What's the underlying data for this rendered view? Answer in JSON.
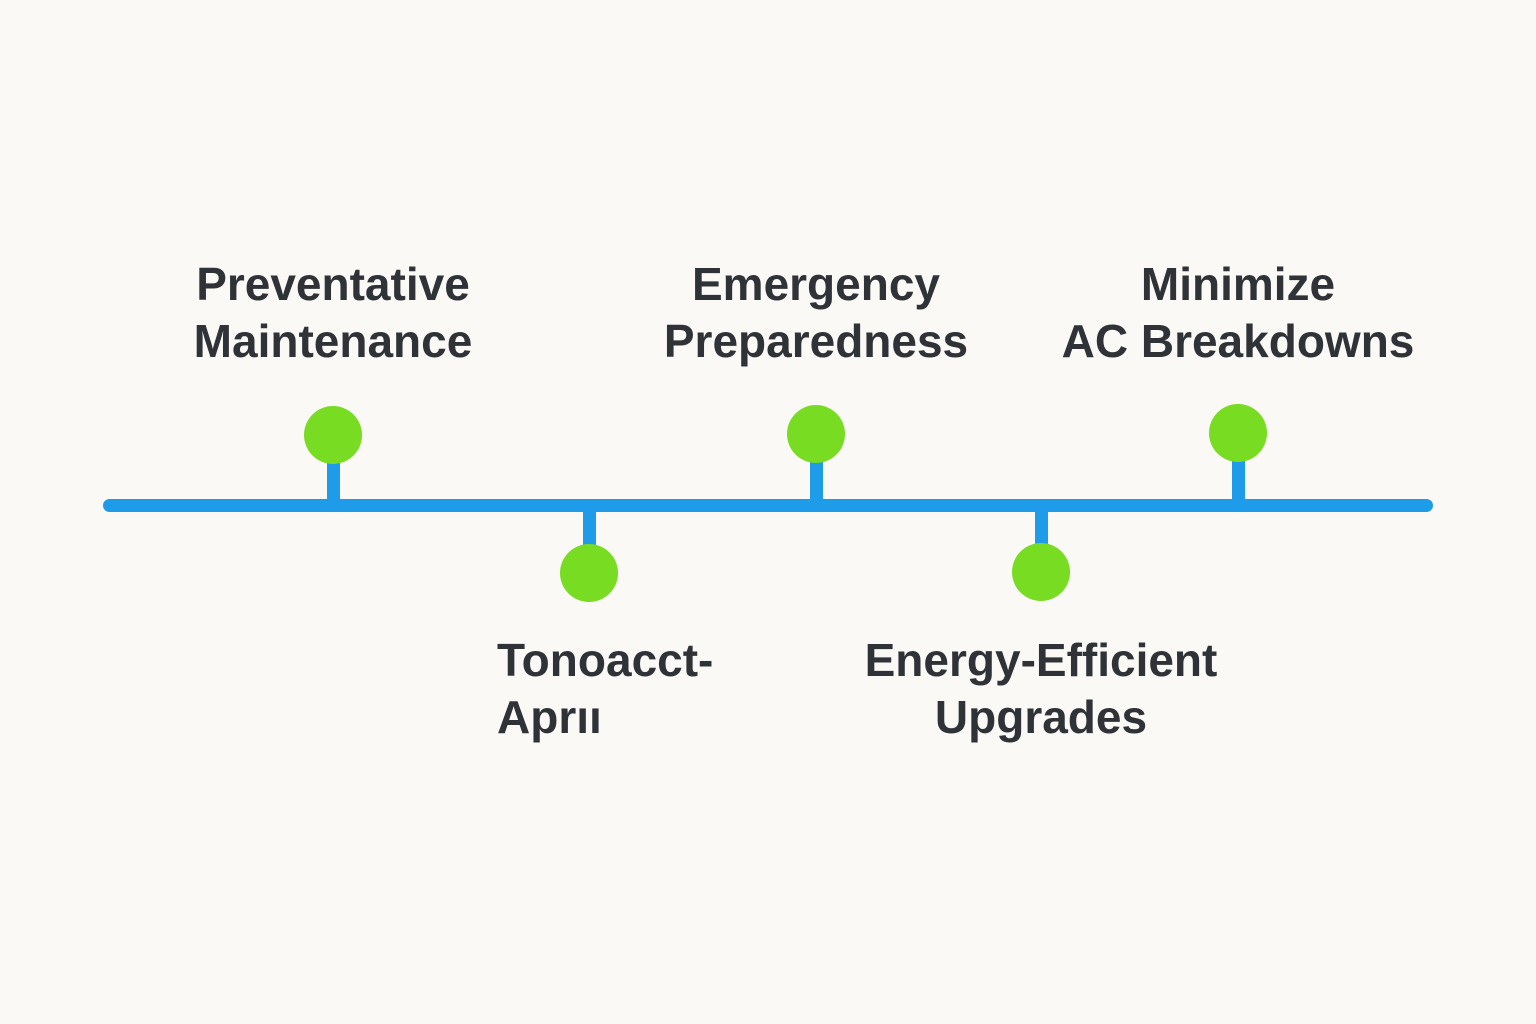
{
  "diagram": {
    "type": "horizontal-timeline",
    "colors": {
      "background": "#fbf9f5",
      "line": "#1e9be9",
      "marker": "#77dc22",
      "text": "#2f3338"
    },
    "milestones": [
      {
        "position": "above",
        "lines": [
          "Preventative",
          "Maintenance"
        ]
      },
      {
        "position": "below",
        "lines": [
          "Tonoacct-",
          "Aprıı"
        ]
      },
      {
        "position": "above",
        "lines": [
          "Emergency",
          "Preparedness"
        ]
      },
      {
        "position": "below",
        "lines": [
          "Energy-Efficient",
          "Upgrades"
        ]
      },
      {
        "position": "above",
        "lines": [
          "Minimize",
          "AC Breakdowns"
        ]
      }
    ]
  }
}
